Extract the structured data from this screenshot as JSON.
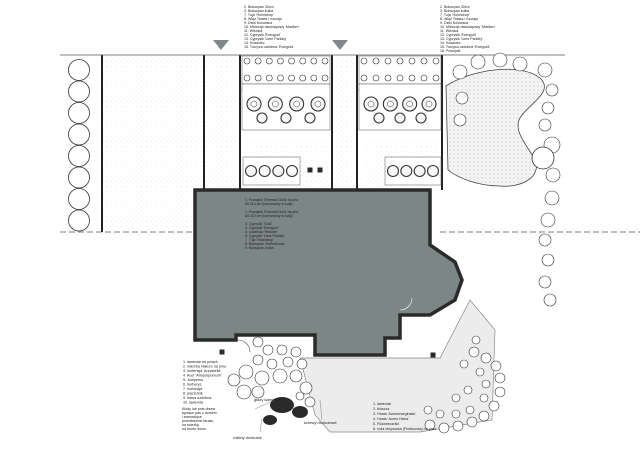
{
  "legend_top_left": {
    "items": [
      "2.  Bukszpan 30cm",
      "3.  Bukszpan kulka",
      "7.  Tuja 'Holmstrup'",
      "8.  Wiąz Tarasz i ruczaju",
      "9.  Dziki Kolowsus",
      "10. Miłorząb dwuklapowy 'Mariken'",
      "11. Wiśnica",
      "12. Cyprysik 'Evergold'",
      "13. Cyprysik 'Lime Parkiey'",
      "14. Kosaciec",
      "15. Turzyca ozdobna 'Evergold'"
    ]
  },
  "legend_top_right": {
    "items": [
      "2.  Bukszpan 30cm",
      "3.  Bukszpan kulka",
      "7.  Tuja 'Holmstrup'",
      "8.  Wiąz Tarasz i ruczaju",
      "9.  Dziki Kolowsus",
      "10. Miłorząb dwuklapowy 'Mariken'",
      "11. Wiśnica",
      "12. Cyprysik 'Evergold'",
      "13. Cyprysik 'Lime Parkiey'",
      "14. Kosaciec",
      "15. Turzyca ozdobna 'Evergold'",
      "16. Powojnik"
    ]
  },
  "house_legend": {
    "items": [
      "1.  Powojnik 'Emerald Gold' na pnu",
      "    60-110 cm (formowany w kulę)",
      "",
      "1.  Powojnik 'Emerald Gold' na pnu",
      "    60-110 cm (formowany w kulę)",
      "",
      "3.  Cyprysik 'Gold'",
      "4.  Cyprysik 'Evergold'",
      "5.  Lawenda 'Hidcote'",
      "6.  Cyprysik 'Lime Parkiey'",
      "7.  Tuja 'Holmstrup'",
      "8.  Bukszpan 'Suffruticosa'",
      "9.  Bukszpan kulka"
    ]
  },
  "bottom_left_legend": {
    "items": [
      "1. lawenda na pniach",
      "2. wierzba Hakuro na pniu",
      "3. hortensja 'Annabelle'",
      "4. Acer 'Atropurpureum'",
      "5. Juniperus",
      "6. berberys",
      "7. hortensja",
      "8. pięciornik",
      "9. trawa ozdobna",
      "10. lawenda"
    ]
  },
  "note_lines": [
    "Kłody lub pnie drzew",
    "łączące pas z domem",
    "i stanowiące",
    "przedłużenie tarasu",
    "na ścieżkę",
    "od frontu domu"
  ],
  "labels": {
    "stones": "głazy kamienne",
    "border_plants": "rośliny dookolne",
    "bushes": "krzewy dookołowe"
  },
  "bottom_right_legend": {
    "items": [
      "1. lawenda",
      "2. bluszcz",
      "3. Hosta 'Aureomarginata'",
      "4. Hosta 'Aureo Hana'",
      "5. Różaneczniki",
      "6. róża okrywowa (Floribunda) na pniu"
    ]
  },
  "colors": {
    "house_fill": "#7b8685",
    "wall": "#2a2a2a",
    "line": "#444444",
    "marker": "#7e878a"
  }
}
